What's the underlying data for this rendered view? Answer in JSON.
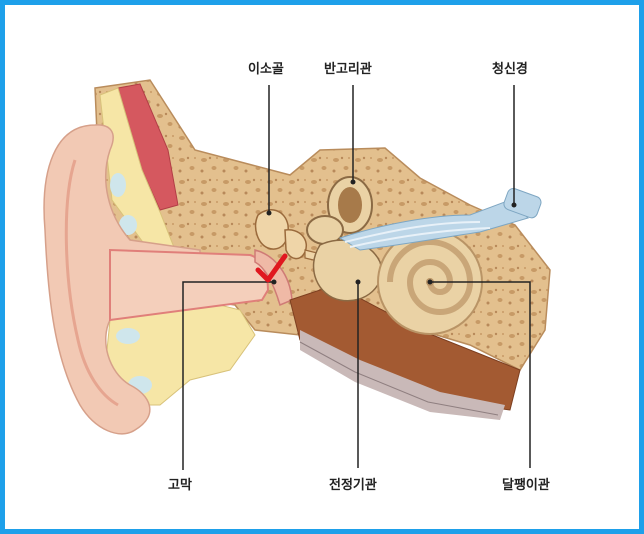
{
  "labels": {
    "ossicles": "이소골",
    "semicircular_canals": "반고리관",
    "auditory_nerve": "청신경",
    "eardrum": "고막",
    "vestibule": "전정기관",
    "cochlea": "달팽이관"
  },
  "colors": {
    "frame": "#1ea0ea",
    "checkmark": "#e0171f",
    "skin": "#f2c9b4",
    "bone": "#e8c99a",
    "pointer_line": "#222222"
  },
  "marker": {
    "icon": "checkmark-icon",
    "target": "eardrum"
  }
}
